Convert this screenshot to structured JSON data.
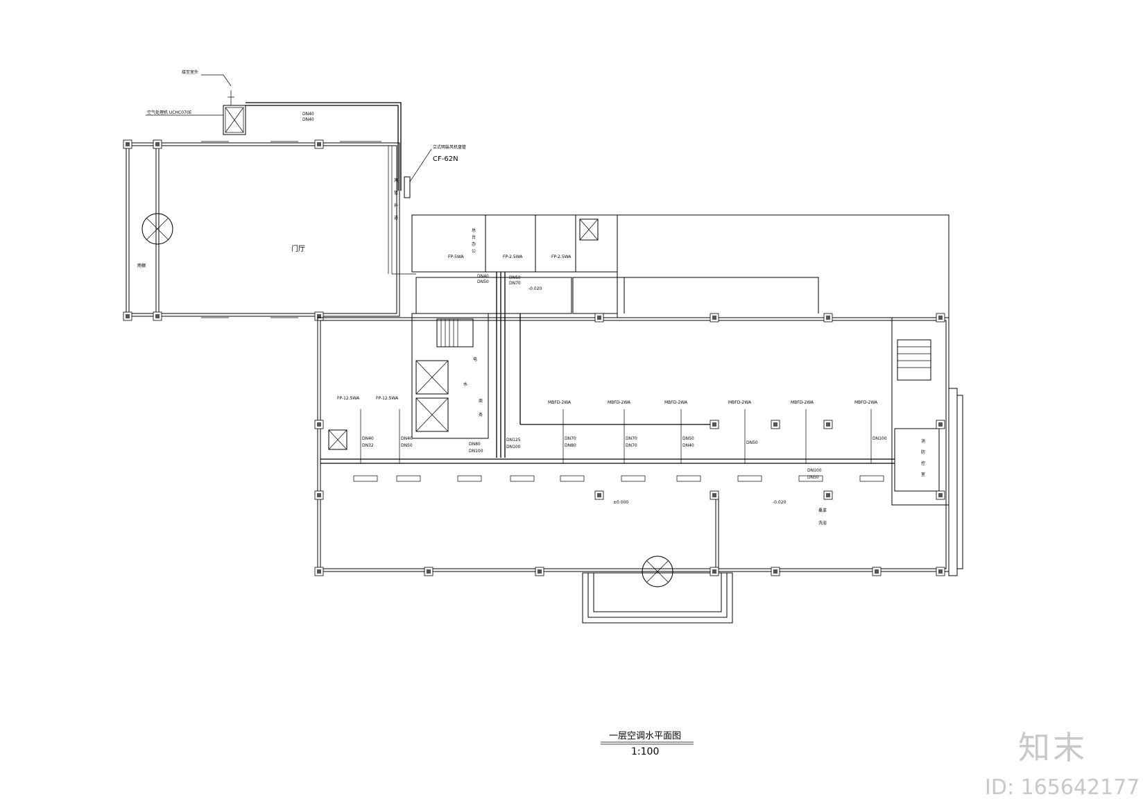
{
  "labels": {
    "outdoor_note": "接至室外",
    "air_handler": "空气处理机 UCHC070E",
    "equipment_name": "立式明装风机盘管",
    "equipment_model": "CF-62N",
    "hall": "门厅",
    "canopy": "雨棚",
    "office_1": "总",
    "office_2": "台",
    "office_3": "办",
    "office_4": "公",
    "pipe_v1": "风",
    "pipe_v2": "管",
    "pipe_v3": "井",
    "pipe_v4": "道",
    "elec": "电",
    "water": "水",
    "shop_1": "商",
    "shop_2": "务",
    "leisure_1": "桑拿",
    "leisure_2": "洗浴",
    "fire_1": "消",
    "fire_2": "防",
    "fire_3": "控",
    "fire_4": "室",
    "elev_level_1": "-0.020",
    "elev_level_2": "±0.000",
    "elev_level_3": "-0.020",
    "fp_top_1": "FP-5WA",
    "fp_top_2": "FP-2.5WA",
    "fp_top_3": "FP-2.5WA",
    "fp_left_1": "FP-12.5WA",
    "fp_left_2": "FP-12.5WA",
    "fcu_tag": "MBFD-2WA",
    "dn40": "DN40",
    "dn32": "DN32",
    "dn50": "DN50",
    "dn70": "DN70",
    "dn80": "DN80",
    "dn100": "DN100",
    "dn125": "DN125"
  },
  "title": {
    "main": "一层空调水平面图",
    "scale": "1:100"
  },
  "watermark": {
    "brand": "知末",
    "id": "ID: 165642177"
  }
}
